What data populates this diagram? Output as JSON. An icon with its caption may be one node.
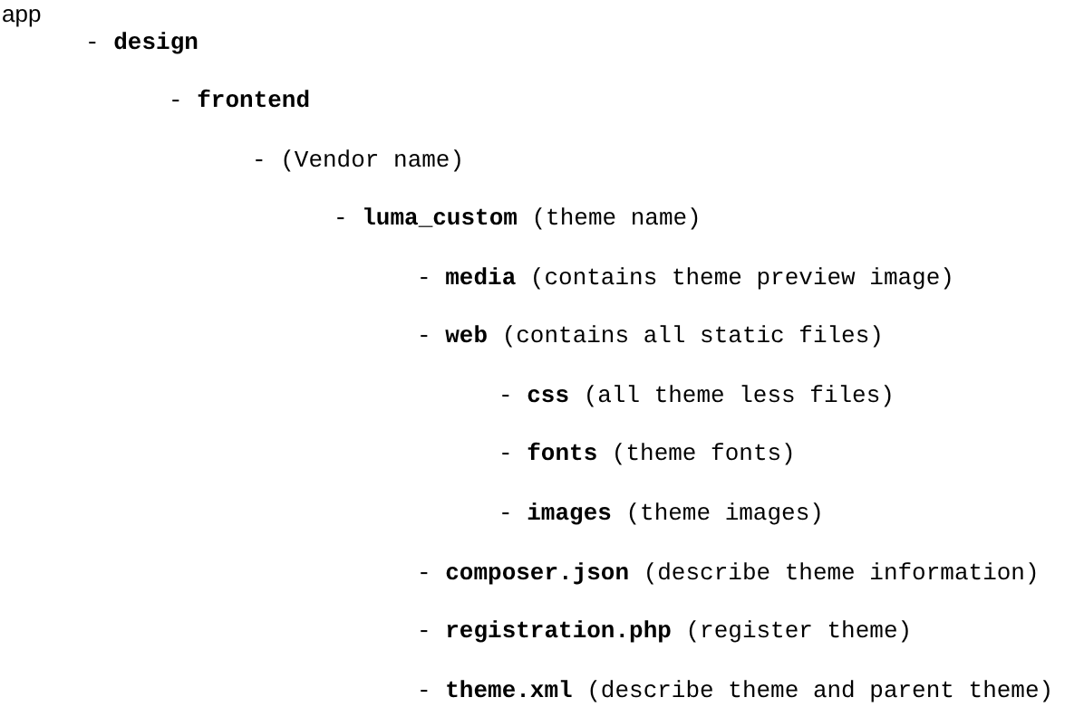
{
  "diagram": {
    "labels": [
      "app",
      "- **design**",
      "- **frontend**",
      "- (Vendor name)",
      "- **luma_custom** (theme name)",
      "- **media** (contains theme preview image)",
      "- **web** (contains all static files)",
      "- **css** (all theme less files)",
      "- **fonts** (theme fonts)",
      "- **images** (theme images)",
      "- **composer.json** (describe theme information)",
      "- **registration.php** (register theme)",
      "- **theme.xml** (describe theme and parent theme)"
    ]
  }
}
